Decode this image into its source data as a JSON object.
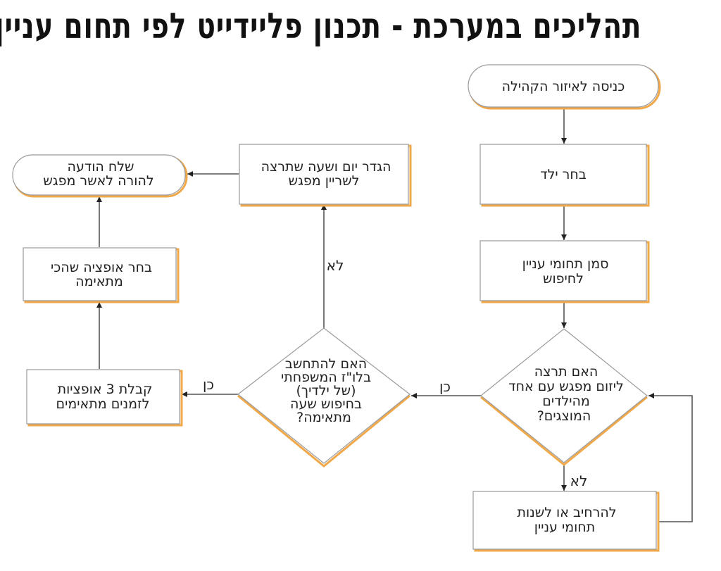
{
  "title": "תהליכים במערכת - תכנון פליידייט לפי תחום עניין",
  "colors": {
    "accent_shadow": "#f0a848",
    "border": "#9a9a9a",
    "connector": "#555555",
    "text": "#222222"
  },
  "nodes": {
    "start": {
      "type": "terminal",
      "lines": [
        "כניסה לאיזור הקהילה"
      ]
    },
    "choose_child": {
      "type": "process",
      "lines": [
        "בחר ילד"
      ]
    },
    "mark_interests": {
      "type": "process",
      "lines": [
        "סמן תחומי עניין",
        "לחיפוש"
      ]
    },
    "decision_meet": {
      "type": "decision",
      "lines": [
        "האם תרצה",
        "ליזום מפגש עם אחד",
        "מהילדים",
        "המוצגים?"
      ]
    },
    "expand_interests": {
      "type": "process",
      "lines": [
        "להרחיב או לשנות",
        "תחומי עניין"
      ]
    },
    "decision_schedule": {
      "type": "decision",
      "lines": [
        "האם להתחשב",
        "בלו\"ז המשפחתי",
        "(של ילדיך)",
        "בחיפוש שעה",
        "מתאימה?"
      ]
    },
    "set_time": {
      "type": "process",
      "lines": [
        "הגדר יום ושעה שתרצה",
        "לשריין מפגש"
      ]
    },
    "send_message": {
      "type": "terminal",
      "lines": [
        "שלח הודעה",
        "להורה לאשר מפגש"
      ]
    },
    "choose_option": {
      "type": "process",
      "lines": [
        "בחר אופציה שהכי",
        "מתאימה"
      ]
    },
    "receive_options": {
      "type": "process",
      "lines": [
        "קבלת 3 אופציות",
        "לזמנים מתאימים"
      ]
    }
  },
  "edges": [
    {
      "from": "start",
      "to": "choose_child",
      "label": ""
    },
    {
      "from": "choose_child",
      "to": "mark_interests",
      "label": ""
    },
    {
      "from": "mark_interests",
      "to": "decision_meet",
      "label": ""
    },
    {
      "from": "decision_meet",
      "to": "decision_schedule",
      "label": "כן"
    },
    {
      "from": "decision_meet",
      "to": "expand_interests",
      "label": "לא"
    },
    {
      "from": "expand_interests",
      "to": "decision_meet",
      "label": ""
    },
    {
      "from": "decision_schedule",
      "to": "receive_options",
      "label": "כן"
    },
    {
      "from": "decision_schedule",
      "to": "set_time",
      "label": "לא"
    },
    {
      "from": "set_time",
      "to": "send_message",
      "label": ""
    },
    {
      "from": "receive_options",
      "to": "choose_option",
      "label": ""
    },
    {
      "from": "choose_option",
      "to": "send_message",
      "label": ""
    }
  ],
  "edge_labels": {
    "yes": "כן",
    "no": "לא"
  }
}
